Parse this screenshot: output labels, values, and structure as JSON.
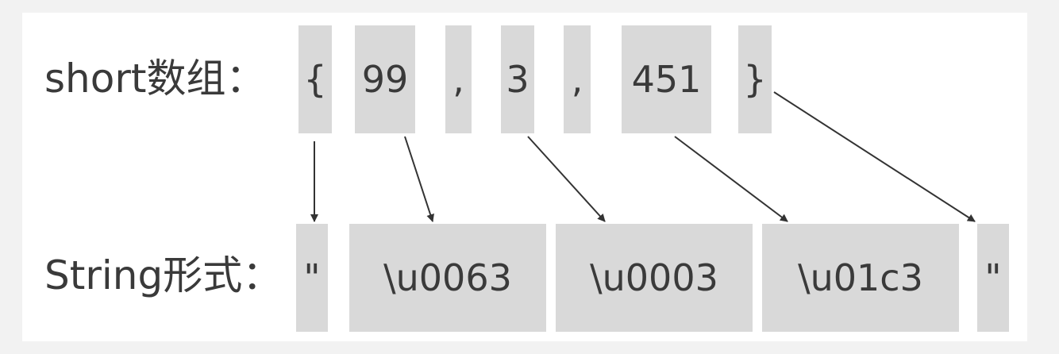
{
  "short_row": {
    "label": "short数组：",
    "tokens": [
      "{",
      "99",
      ",",
      "3",
      ",",
      "451",
      "}"
    ]
  },
  "string_row": {
    "label": "String形式：",
    "tokens": [
      "\"",
      "\\u0063",
      "\\u0003",
      "\\u01c3",
      "\""
    ]
  },
  "colors": {
    "cell": "#d9d9d9",
    "text": "#3a3a3a",
    "arrow": "#333333"
  }
}
